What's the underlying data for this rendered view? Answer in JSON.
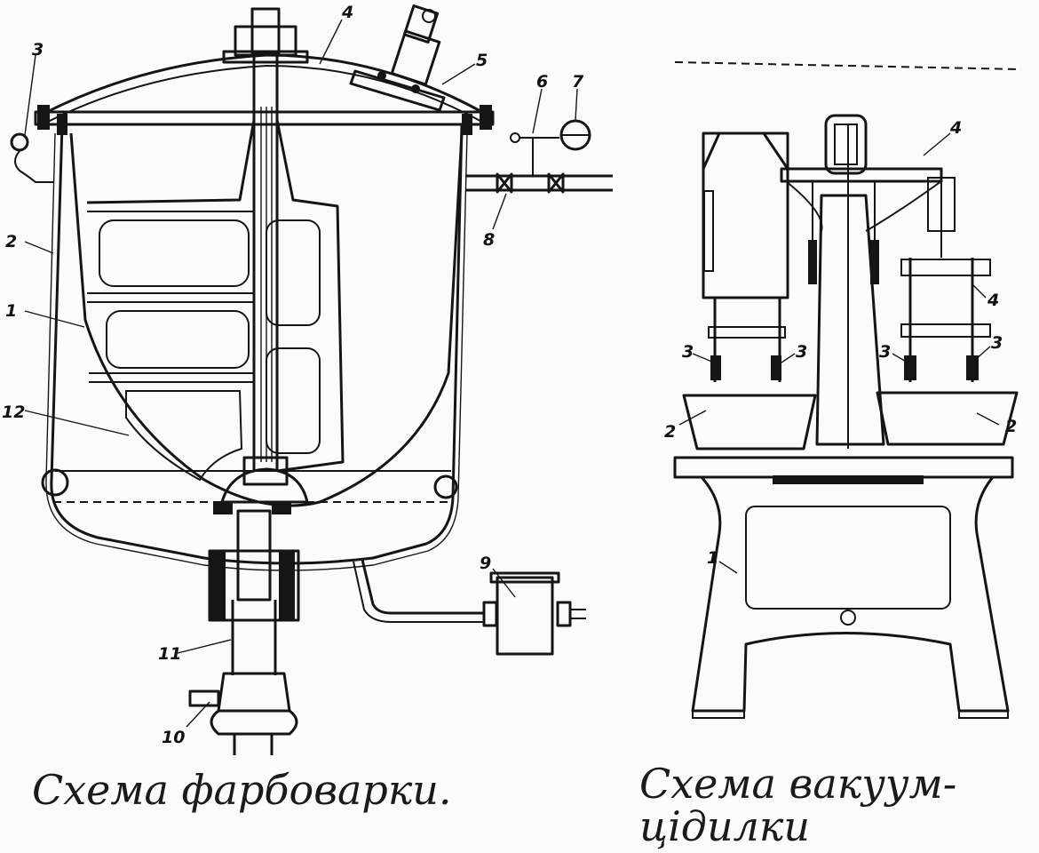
{
  "colors": {
    "ink": "#151515",
    "paper": "#fbfbf9"
  },
  "left_figure": {
    "caption": "Схема фарбоварки.",
    "labels": [
      "1",
      "2",
      "3",
      "4",
      "5",
      "6",
      "7",
      "8",
      "9",
      "10",
      "11",
      "12"
    ]
  },
  "right_figure": {
    "caption_line1": "Схема вакуум-",
    "caption_line2": "цідилки",
    "labels": [
      "1",
      "2",
      "2",
      "3",
      "3",
      "3",
      "3",
      "4",
      "4"
    ]
  }
}
